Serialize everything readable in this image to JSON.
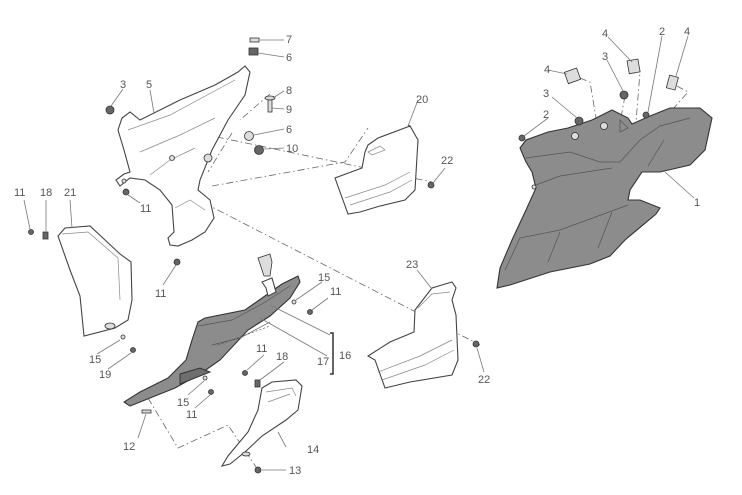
{
  "diagram": {
    "title_visible": false,
    "colors": {
      "background": "#ffffff",
      "part_fill_grey": "#8c8c8c",
      "outline": "#333333",
      "label_text": "#555555"
    },
    "callouts": {
      "c1": "1",
      "c2a": "2",
      "c2b": "2",
      "c3a": "3",
      "c3b": "3",
      "c3c": "3",
      "c4a": "4",
      "c4b": "4",
      "c4c": "4",
      "c5": "5",
      "c6a": "6",
      "c6b": "6",
      "c7": "7",
      "c8": "8",
      "c9": "9",
      "c10": "10",
      "c11a": "11",
      "c11b": "11",
      "c11c": "11",
      "c11d": "11",
      "c11e": "11",
      "c11f": "11",
      "c12": "12",
      "c13": "13",
      "c14": "14",
      "c15a": "15",
      "c15b": "15",
      "c15c": "15",
      "c16": "16",
      "c17": "17",
      "c18a": "18",
      "c18b": "18",
      "c19": "19",
      "c20": "20",
      "c21": "21",
      "c22a": "22",
      "c22b": "22",
      "c23": "23"
    },
    "parts": [
      {
        "id": "1",
        "name": "right-side-fairing",
        "fill": "grey"
      },
      {
        "id": "5",
        "name": "left-frame-cover",
        "fill": "white"
      },
      {
        "id": "14",
        "name": "lower-side-panel",
        "fill": "white"
      },
      {
        "id": "16",
        "name": "tail-fairing-assembly",
        "fill": "grey"
      },
      {
        "id": "20",
        "name": "upper-cover-panel",
        "fill": "white"
      },
      {
        "id": "21",
        "name": "left-cover-panel",
        "fill": "white"
      },
      {
        "id": "23",
        "name": "lower-cover-panel",
        "fill": "white"
      }
    ]
  }
}
